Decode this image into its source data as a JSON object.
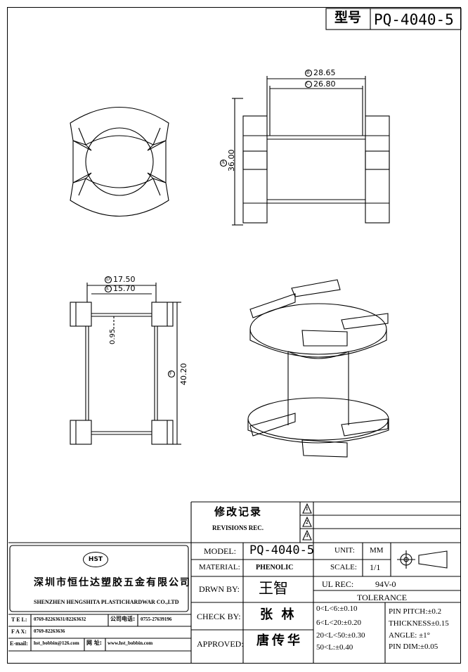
{
  "title_block": {
    "type_label": "型号",
    "type_value": "PQ-4040-5"
  },
  "dimensions": {
    "dim_b": "28.65",
    "dim_c": "26.80",
    "dim_a": "36.00",
    "dim_d": "17.50",
    "dim_e": "15.70",
    "dim_small": "0.95",
    "dim_f": "40.20",
    "marker_a": "A",
    "marker_b": "B",
    "marker_c": "C",
    "marker_d": "D",
    "marker_e": "E",
    "marker_f": "F"
  },
  "revisions": {
    "title_cn": "修改记录",
    "title_en": "REVISIONS REC.",
    "marks": [
      "1",
      "2",
      "3"
    ]
  },
  "company": {
    "logo_text": "HST",
    "name_cn": "深圳市恒仕达塑胶五金有限公司",
    "name_en": "SHENZHEN HENGSHITA PLASTICHARDWAR CO.,LTD",
    "tel_label": "T E L:",
    "tel_value": "0769-82263631/82263632",
    "company_phone_label": "公司电话:",
    "company_phone_value": "0755-27639196",
    "fax_label": "F A X:",
    "fax_value": "0769-82263636",
    "email_label": "E-mail:",
    "email_value": "hst_bobbin@126.com",
    "web_label": "网 址:",
    "web_value": "www.hst_bobbin.com"
  },
  "specs": {
    "model_label": "MODEL:",
    "model_value": "PQ-4040-5",
    "material_label": "MATERIAL:",
    "material_value": "PHENOLIC",
    "drawn_label": "DRWN BY:",
    "drawn_value": "王智",
    "check_label": "CHECK BY:",
    "check_value": "张  林",
    "approved_label": "APPROVED:",
    "approved_value": "唐传华",
    "unit_label": "UNIT:",
    "unit_value": "MM",
    "scale_label": "SCALE:",
    "scale_value": "1/1",
    "ul_label": "UL REC:",
    "ul_value": "94V-0",
    "tolerance_label": "TOLERANCE",
    "tol_lines": [
      "0<L<6:±0.10",
      "6<L<20:±0.20",
      "20<L<50:±0.30",
      "50<L:±0.40"
    ],
    "pin_pitch": "PIN PITCH:±0.2",
    "thickness": "THICKNESS±0.15",
    "angle": "ANGLE: ±1°",
    "pin_dim": "PIN DIM:±0.05"
  }
}
